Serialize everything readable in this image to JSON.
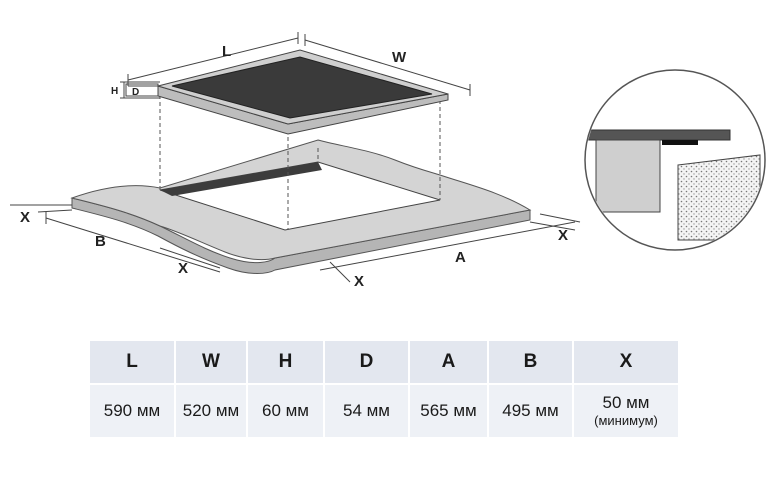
{
  "diagram": {
    "labels": {
      "L": "L",
      "W": "W",
      "H": "H",
      "D": "D",
      "A": "A",
      "B": "B",
      "X": "X"
    }
  },
  "table": {
    "headers": [
      "L",
      "W",
      "H",
      "D",
      "A",
      "B",
      "X"
    ],
    "values": [
      "590 мм",
      "520 мм",
      "60 мм",
      "54 мм",
      "565 мм",
      "495 мм",
      "50 мм"
    ],
    "note": "(минимум)"
  },
  "colors": {
    "glass": "#3a3a3a",
    "frame": "#cfcfcf",
    "worktop_top": "#d4d4d4",
    "worktop_side": "#b8b8b8",
    "cutout": "#4a4a4a",
    "cell_header": "#e3e7ef",
    "cell_value": "#eef1f6"
  }
}
